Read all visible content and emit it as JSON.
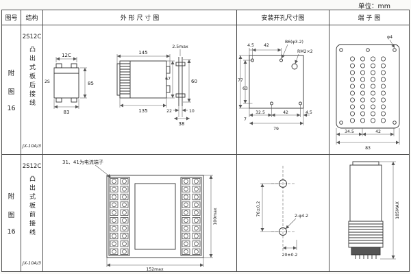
{
  "page": {
    "unit": "单位：mm"
  },
  "headers": {
    "fig": "图号",
    "struct": "结构",
    "outline": "外 形 尺 寸 图",
    "mounting": "安装开孔尺寸图",
    "terminal": "端 子 图"
  },
  "rows": [
    {
      "fig": [
        "附",
        "图",
        "16"
      ],
      "model": "2S12C",
      "desc": "凸出式板后接线",
      "sub": "JX-10A/3"
    },
    {
      "fig": [
        "附",
        "图",
        "16"
      ],
      "model": "2S12C",
      "desc": "凸出式板前接线",
      "sub": "JX-10A/3"
    }
  ],
  "d1": {
    "top_small": "12C",
    "left_small": "2S",
    "w_small": "83",
    "h_small": "85",
    "top_mid": "145",
    "bot_mid": "135",
    "h_mid": "67",
    "panel_gap": "2.5max",
    "h_panel": "60",
    "b22": "22",
    "b10": "10",
    "b38": "38"
  },
  "d2": {
    "t45": "4.5",
    "t42": "42",
    "c1": "B6(φ3.2)",
    "c2": "RM2×2",
    "v77": "77",
    "v63": "63",
    "b7": "7",
    "b325": "32.5",
    "b42": "42",
    "b45": "4.5",
    "b79": "79"
  },
  "d3": {
    "hole": "φ4",
    "b345": "34.5",
    "b42": "42",
    "b83": "83"
  },
  "d4": {
    "note": "31、41为电流端子",
    "w": "152max",
    "h": "100max"
  },
  "d5": {
    "v": "76±0.2",
    "hole": "2-φ4.2",
    "b": "20±0.2"
  },
  "d6": {
    "h": "185MAX"
  }
}
